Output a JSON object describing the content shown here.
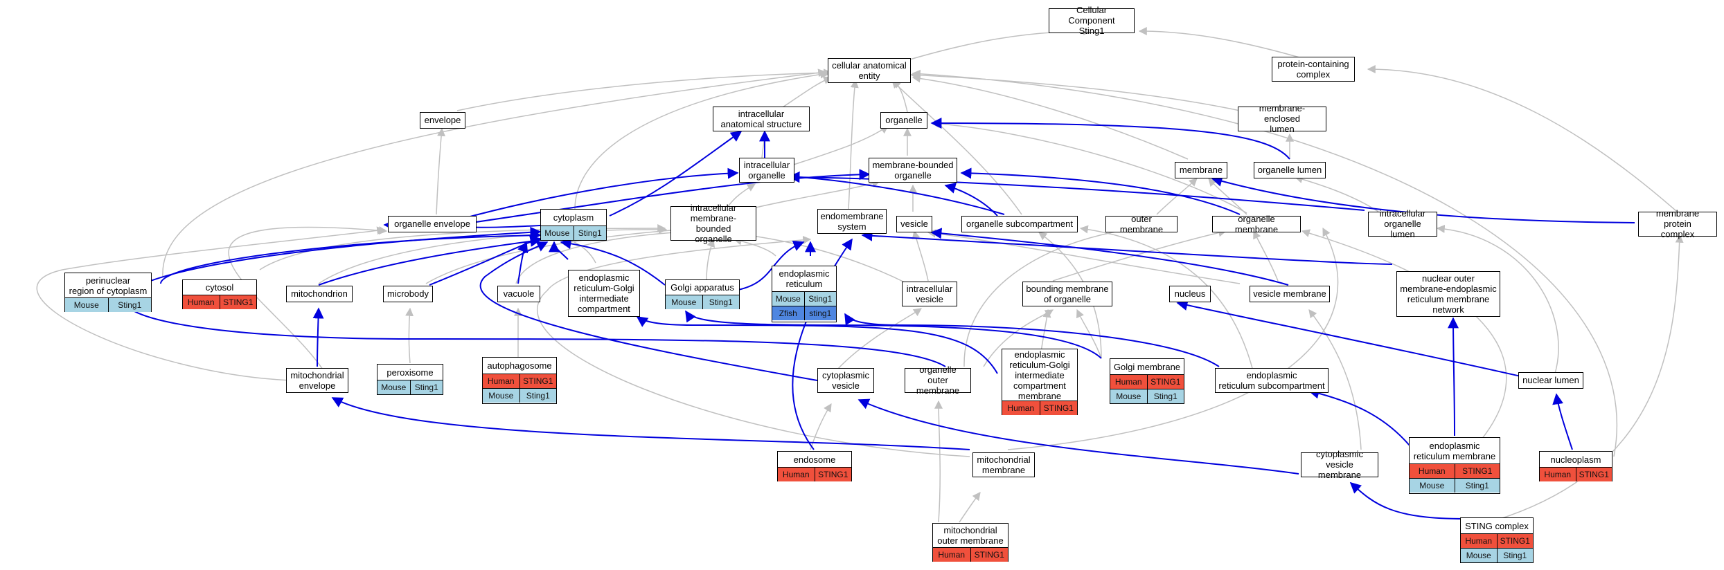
{
  "colors": {
    "is_a_edge": "#c0c0c0",
    "part_of_edge": "#0000dd",
    "human": "#f0503c",
    "mouse": "#a7d4e4",
    "zfish": "#4f86e0"
  },
  "nodes": {
    "root": {
      "label": "Cellular Component\nSting1"
    },
    "cae": {
      "label": "cellular anatomical\nentity"
    },
    "pcc": {
      "label": "protein-containing\ncomplex"
    },
    "envelope": {
      "label": "envelope"
    },
    "ias": {
      "label": "intracellular\nanatomical structure"
    },
    "organelle": {
      "label": "organelle"
    },
    "mel": {
      "label": "membrane-enclosed\nlumen"
    },
    "io": {
      "label": "intracellular\norganelle"
    },
    "mbo": {
      "label": "membrane-bounded\norganelle"
    },
    "membrane": {
      "label": "membrane"
    },
    "olumen": {
      "label": "organelle lumen"
    },
    "oenv": {
      "label": "organelle envelope"
    },
    "cytoplasm": {
      "label": "cytoplasm",
      "ann": [
        [
          "Mouse",
          "Sting1"
        ]
      ]
    },
    "imbo": {
      "label": "intracellular\nmembrane-bounded\norganelle"
    },
    "ems": {
      "label": "endomembrane\nsystem"
    },
    "vesicle": {
      "label": "vesicle"
    },
    "osub": {
      "label": "organelle subcompartment"
    },
    "omem": {
      "label": "outer membrane"
    },
    "orgmem": {
      "label": "organelle membrane"
    },
    "iol": {
      "label": "intracellular\norganelle lumen"
    },
    "mpc": {
      "label": "membrane protein\ncomplex"
    },
    "prc": {
      "label": "perinuclear\nregion of cytoplasm",
      "ann": [
        [
          "Mouse",
          "Sting1"
        ]
      ]
    },
    "cytosol": {
      "label": "cytosol",
      "ann": [
        [
          "Human",
          "STING1"
        ]
      ]
    },
    "mito": {
      "label": "mitochondrion"
    },
    "microbody": {
      "label": "microbody"
    },
    "vacuole": {
      "label": "vacuole"
    },
    "ergic": {
      "label": "endoplasmic\nreticulum-Golgi\nintermediate\ncompartment"
    },
    "golgi": {
      "label": "Golgi apparatus",
      "ann": [
        [
          "Mouse",
          "Sting1"
        ]
      ]
    },
    "er": {
      "label": "endoplasmic\nreticulum",
      "ann": [
        [
          "Mouse",
          "Sting1"
        ],
        [
          "Zfish",
          "sting1"
        ]
      ]
    },
    "ivesicle": {
      "label": "intracellular\nvesicle"
    },
    "bmo": {
      "label": "bounding membrane\nof organelle"
    },
    "nucleus": {
      "label": "nucleus"
    },
    "vmem": {
      "label": "vesicle membrane"
    },
    "nuomern": {
      "label": "nuclear outer\nmembrane-endoplasmic\nreticulum membrane\nnetwork"
    },
    "mitoenv": {
      "label": "mitochondrial\nenvelope"
    },
    "perox": {
      "label": "peroxisome",
      "ann": [
        [
          "Mouse",
          "Sting1"
        ]
      ]
    },
    "autoph": {
      "label": "autophagosome",
      "ann": [
        [
          "Human",
          "STING1"
        ],
        [
          "Mouse",
          "Sting1"
        ]
      ]
    },
    "cvesicle": {
      "label": "cytoplasmic\nvesicle"
    },
    "oom": {
      "label": "organelle outer\nmembrane"
    },
    "ergicm": {
      "label": "endoplasmic\nreticulum-Golgi\nintermediate\ncompartment\nmembrane",
      "ann": [
        [
          "Human",
          "STING1"
        ]
      ]
    },
    "golgim": {
      "label": "Golgi membrane",
      "ann": [
        [
          "Human",
          "STING1"
        ],
        [
          "Mouse",
          "Sting1"
        ]
      ]
    },
    "ersub": {
      "label": "endoplasmic\nreticulum subcompartment"
    },
    "nlumen": {
      "label": "nuclear lumen"
    },
    "endosome": {
      "label": "endosome",
      "ann": [
        [
          "Human",
          "STING1"
        ]
      ]
    },
    "mitomem": {
      "label": "mitochondrial\nmembrane"
    },
    "cvm": {
      "label": "cytoplasmic\nvesicle membrane"
    },
    "erm": {
      "label": "endoplasmic\nreticulum membrane",
      "ann": [
        [
          "Human",
          "STING1"
        ],
        [
          "Mouse",
          "Sting1"
        ]
      ]
    },
    "nucleoplasm": {
      "label": "nucleoplasm",
      "ann": [
        [
          "Human",
          "STING1"
        ]
      ]
    },
    "mom": {
      "label": "mitochondrial\nouter membrane",
      "ann": [
        [
          "Human",
          "STING1"
        ]
      ]
    },
    "sting": {
      "label": "STING complex",
      "ann": [
        [
          "Human",
          "STING1"
        ],
        [
          "Mouse",
          "Sting1"
        ]
      ]
    }
  }
}
